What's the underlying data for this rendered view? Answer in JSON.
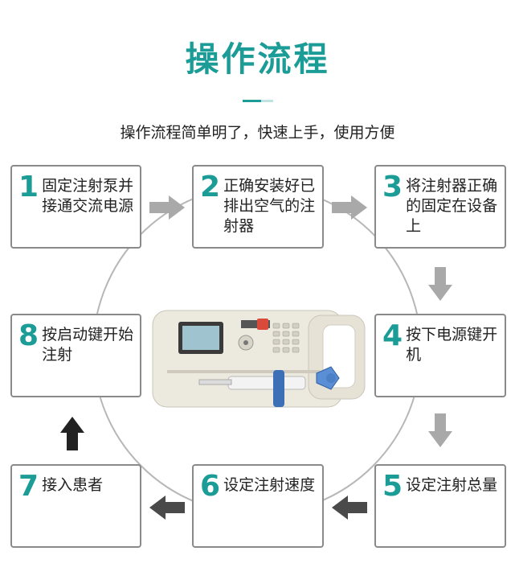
{
  "title": "操作流程",
  "subtitle": "操作流程简单明了，快速上手，使用方便",
  "steps": [
    {
      "num": "1",
      "text": "固定注射泵并接通交流电源"
    },
    {
      "num": "2",
      "text": "正确安装好已排出空气的注射器"
    },
    {
      "num": "3",
      "text": "将注射器正确的固定在设备上"
    },
    {
      "num": "4",
      "text": "按下电源键开机"
    },
    {
      "num": "5",
      "text": "设定注射总量"
    },
    {
      "num": "6",
      "text": "设定注射速度"
    },
    {
      "num": "7",
      "text": "接入患者"
    },
    {
      "num": "8",
      "text": "按启动键开始注射"
    }
  ],
  "colors": {
    "accent": "#1b9c96",
    "arrow_light": "#a9a9a9",
    "arrow_dark": "#4a4a4a",
    "border": "#8a8a8a"
  },
  "device": {
    "name": "syringe-pump-image"
  }
}
